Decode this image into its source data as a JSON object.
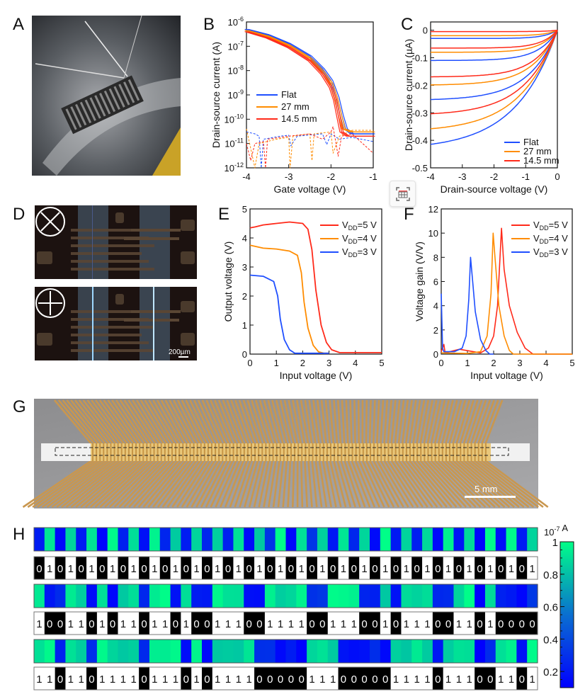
{
  "panels": {
    "A": "A",
    "B": "B",
    "C": "C",
    "D": "D",
    "E": "E",
    "F": "F",
    "G": "G",
    "H": "H"
  },
  "colors": {
    "flat": "#1f4fff",
    "mm27": "#ff8c00",
    "mm145": "#ff2a1a",
    "vdd5": "#ff2a1a",
    "vdd4": "#ff8c00",
    "vdd3": "#1f4fff",
    "cmap_low": "#0000ff",
    "cmap_high": "#00ff88"
  },
  "overlay_button": {
    "icon": "table-grid-icon"
  },
  "photo_D": {
    "scale_label": "200µm"
  },
  "photo_G": {
    "scale_label": "5 mm"
  },
  "chart_data": [
    {
      "id": "B",
      "type": "line",
      "title": "",
      "xlabel": "Gate voltage (V)",
      "ylabel": "Drain-source current (A)",
      "xlim": [
        -4,
        -1
      ],
      "ylim": [
        1e-12,
        1e-06
      ],
      "yscale": "log",
      "xticks": [
        -4,
        -3,
        -2,
        -1
      ],
      "yticks": [
        1e-12,
        1e-11,
        1e-10,
        1e-09,
        1e-08,
        1e-07,
        1e-06
      ],
      "ytick_labels": [
        "10-12",
        "10-11",
        "10-10",
        "10-9",
        "10-8",
        "10-7",
        "10-6"
      ],
      "legend": "center-left",
      "series": [
        {
          "name": "Flat",
          "color_key": "flat",
          "on": [
            [
              -4,
              5e-07
            ],
            [
              -3.5,
              3e-07
            ],
            [
              -3,
              1.3e-07
            ],
            [
              -2.5,
              4e-08
            ],
            [
              -2.2,
              1.2e-08
            ],
            [
              -2,
              4e-09
            ],
            [
              -1.85,
              8e-10
            ],
            [
              -1.75,
              1.5e-10
            ],
            [
              -1.65,
              4e-11
            ],
            [
              -1.5,
              2.5e-11
            ],
            [
              -1,
              2.5e-11
            ]
          ],
          "off": [
            [
              -4,
              3e-11
            ],
            [
              -3.8,
              2.5e-11
            ],
            [
              -3.7,
              2e-11
            ],
            [
              -3.65,
              1e-12
            ],
            [
              -3.6,
              1.5e-11
            ],
            [
              -3.2,
              2e-11
            ],
            [
              -3,
              2.2e-11
            ],
            [
              -2.95,
              8e-12
            ],
            [
              -2.8,
              2e-11
            ],
            [
              -2.2,
              2.5e-11
            ],
            [
              -2.1,
              9e-12
            ],
            [
              -2,
              2.5e-11
            ],
            [
              -1.8,
              1.5e-11
            ],
            [
              -1.5,
              1.8e-11
            ],
            [
              -1,
              1.2e-11
            ]
          ]
        },
        {
          "name": "27 mm",
          "color_key": "mm27",
          "on": [
            [
              -4,
              4.5e-07
            ],
            [
              -3.5,
              2.6e-07
            ],
            [
              -3,
              1.1e-07
            ],
            [
              -2.5,
              3.2e-08
            ],
            [
              -2.2,
              9e-09
            ],
            [
              -2,
              3e-09
            ],
            [
              -1.88,
              7e-10
            ],
            [
              -1.78,
              1.3e-10
            ],
            [
              -1.7,
              4e-11
            ],
            [
              -1.5,
              3e-11
            ],
            [
              -1,
              3e-11
            ]
          ],
          "off": [
            [
              -4,
              4e-11
            ],
            [
              -3.8,
              1e-12
            ],
            [
              -3.7,
              1e-11
            ],
            [
              -3.3,
              1.5e-11
            ],
            [
              -3,
              1.8e-11
            ],
            [
              -2.97,
              1e-12
            ],
            [
              -2.9,
              2e-11
            ],
            [
              -2.5,
              2.5e-11
            ],
            [
              -2.45,
              2e-12
            ],
            [
              -2.4,
              2.5e-11
            ],
            [
              -2,
              3e-11
            ],
            [
              -1.95,
              4e-12
            ],
            [
              -1.8,
              2e-11
            ],
            [
              -1.5,
              3.5e-11
            ],
            [
              -1,
              3.5e-11
            ]
          ]
        },
        {
          "name": "14.5 mm",
          "color_key": "mm145",
          "on": [
            [
              -4,
              4e-07
            ],
            [
              -3.5,
              2.2e-07
            ],
            [
              -3,
              9e-08
            ],
            [
              -2.5,
              2.5e-08
            ],
            [
              -2.2,
              7e-09
            ],
            [
              -2,
              2e-09
            ],
            [
              -1.9,
              6e-10
            ],
            [
              -1.82,
              1.2e-10
            ],
            [
              -1.75,
              3e-11
            ],
            [
              -1.6,
              2e-11
            ],
            [
              -1,
              2e-11
            ]
          ],
          "off": [
            [
              -4,
              1e-11
            ],
            [
              -3.9,
              2e-12
            ],
            [
              -3.8,
              1e-11
            ],
            [
              -3.6,
              1.2e-11
            ],
            [
              -3.55,
              1e-12
            ],
            [
              -3.5,
              1.5e-11
            ],
            [
              -3,
              2e-11
            ],
            [
              -2.5,
              2.5e-11
            ],
            [
              -2.2,
              1.5e-11
            ],
            [
              -2,
              3e-11
            ],
            [
              -1.95,
              5e-11
            ],
            [
              -1.83,
              3e-12
            ],
            [
              -1.75,
              2e-11
            ],
            [
              -1.5,
              2.5e-11
            ],
            [
              -1,
              4e-12
            ]
          ]
        }
      ]
    },
    {
      "id": "C",
      "type": "line",
      "title": "",
      "xlabel": "Drain-source voltage (V)",
      "ylabel": "Drain-source current (µA)",
      "xlim": [
        -4,
        0
      ],
      "ylim": [
        -0.5,
        0.03
      ],
      "xticks": [
        -4,
        -3,
        -2,
        -1,
        0
      ],
      "yticks": [
        -0.5,
        -0.4,
        -0.3,
        -0.2,
        -0.1,
        0
      ],
      "ytick_labels": [
        "-0.5",
        "-0.4",
        "-0.3",
        "-0.2",
        "-0.1",
        "0"
      ],
      "legend": "bottom-right",
      "series": [
        {
          "name": "Flat",
          "color_key": "flat",
          "saturation_currents": [
            -0.03,
            -0.11,
            -0.255,
            -0.435
          ]
        },
        {
          "name": "27 mm",
          "color_key": "mm27",
          "saturation_currents": [
            -0.02,
            -0.08,
            -0.2,
            -0.37
          ]
        },
        {
          "name": "14.5 mm",
          "color_key": "mm145",
          "saturation_currents": [
            -0.005,
            -0.065,
            -0.17,
            -0.31
          ]
        }
      ]
    },
    {
      "id": "E",
      "type": "line",
      "title": "",
      "xlabel": "Input voltage (V)",
      "ylabel": "Output voltage (V)",
      "xlim": [
        0,
        5
      ],
      "ylim": [
        0,
        5
      ],
      "xticks": [
        0,
        1,
        2,
        3,
        4,
        5
      ],
      "yticks": [
        0,
        1,
        2,
        3,
        4,
        5
      ],
      "ytick_labels": [
        "0",
        "1",
        "2",
        "3",
        "4",
        "5"
      ],
      "legend": "top-right",
      "series": [
        {
          "name": "VDD=5 V",
          "sub": "DD",
          "color_key": "vdd5",
          "points": [
            [
              0,
              4.35
            ],
            [
              0.2,
              4.38
            ],
            [
              0.5,
              4.45
            ],
            [
              1,
              4.5
            ],
            [
              1.5,
              4.55
            ],
            [
              2,
              4.5
            ],
            [
              2.2,
              4.3
            ],
            [
              2.35,
              3.6
            ],
            [
              2.5,
              2.2
            ],
            [
              2.7,
              1.0
            ],
            [
              2.9,
              0.4
            ],
            [
              3.1,
              0.15
            ],
            [
              3.4,
              0.05
            ],
            [
              5,
              0.05
            ]
          ]
        },
        {
          "name": "VDD=4 V",
          "sub": "DD",
          "color_key": "vdd4",
          "points": [
            [
              0,
              3.75
            ],
            [
              0.5,
              3.65
            ],
            [
              1,
              3.62
            ],
            [
              1.5,
              3.55
            ],
            [
              1.8,
              3.4
            ],
            [
              1.95,
              2.8
            ],
            [
              2.05,
              1.8
            ],
            [
              2.2,
              0.9
            ],
            [
              2.4,
              0.3
            ],
            [
              2.6,
              0.08
            ],
            [
              2.8,
              0.03
            ],
            [
              3,
              0.03
            ]
          ]
        },
        {
          "name": "VDD=3 V",
          "sub": "DD",
          "color_key": "vdd3",
          "points": [
            [
              0,
              2.72
            ],
            [
              0.5,
              2.68
            ],
            [
              0.9,
              2.5
            ],
            [
              1.05,
              2.0
            ],
            [
              1.15,
              1.2
            ],
            [
              1.3,
              0.5
            ],
            [
              1.5,
              0.15
            ],
            [
              1.7,
              0.03
            ],
            [
              3,
              0.03
            ]
          ]
        }
      ]
    },
    {
      "id": "F",
      "type": "line",
      "title": "",
      "xlabel": "Input voltage (V)",
      "ylabel": "Voltage gain (V/V)",
      "xlim": [
        0,
        5
      ],
      "ylim": [
        0,
        12
      ],
      "xticks": [
        0,
        1,
        2,
        3,
        4,
        5
      ],
      "yticks": [
        0,
        2,
        4,
        6,
        8,
        10,
        12
      ],
      "ytick_labels": [
        "0",
        "2",
        "4",
        "6",
        "8",
        "10",
        "12"
      ],
      "legend": "top-right",
      "series": [
        {
          "name": "VDD=5 V",
          "sub": "DD",
          "color_key": "vdd5",
          "points": [
            [
              0,
              0.2
            ],
            [
              0.1,
              0.8
            ],
            [
              0.15,
              0.1
            ],
            [
              0.5,
              0.3
            ],
            [
              0.7,
              0.4
            ],
            [
              1.5,
              0.1
            ],
            [
              1.8,
              0.5
            ],
            [
              2.0,
              1.5
            ],
            [
              2.15,
              4
            ],
            [
              2.3,
              10.4
            ],
            [
              2.4,
              7
            ],
            [
              2.6,
              4
            ],
            [
              2.9,
              1.8
            ],
            [
              3.2,
              0.5
            ],
            [
              3.5,
              0
            ],
            [
              5,
              0
            ]
          ]
        },
        {
          "name": "VDD=4 V",
          "sub": "DD",
          "color_key": "vdd4",
          "points": [
            [
              0,
              0.1
            ],
            [
              1,
              0.05
            ],
            [
              1.5,
              0.2
            ],
            [
              1.75,
              1.5
            ],
            [
              1.9,
              5
            ],
            [
              1.98,
              10
            ],
            [
              2.05,
              8
            ],
            [
              2.2,
              4
            ],
            [
              2.4,
              1.5
            ],
            [
              2.6,
              0.3
            ],
            [
              2.75,
              0
            ],
            [
              5,
              0
            ]
          ]
        },
        {
          "name": "VDD=3 V",
          "sub": "DD",
          "color_key": "vdd3",
          "points": [
            [
              0,
              5
            ],
            [
              0.05,
              0.5
            ],
            [
              0.1,
              0.2
            ],
            [
              0.5,
              0.2
            ],
            [
              0.8,
              0.5
            ],
            [
              0.95,
              1.5
            ],
            [
              1.05,
              4.5
            ],
            [
              1.12,
              8
            ],
            [
              1.2,
              6
            ],
            [
              1.3,
              3.5
            ],
            [
              1.5,
              1.2
            ],
            [
              1.7,
              0.3
            ],
            [
              1.85,
              0
            ],
            [
              2,
              0
            ]
          ]
        }
      ]
    },
    {
      "id": "H",
      "type": "heatmap",
      "title": "",
      "colorbar": {
        "unit": "10-7 A",
        "range": [
          0.1,
          1
        ],
        "ticks": [
          0.2,
          0.4,
          0.6,
          0.8,
          1
        ],
        "tick_labels": [
          "0.2",
          "0.4",
          "0.6",
          "0.8",
          "1"
        ]
      },
      "rows": [
        "010101010101010101010101010101010101010101010101",
        "100110101101101001110011110011100101110011010000",
        "110110111101110101111000001110000011110111001101"
      ]
    }
  ]
}
